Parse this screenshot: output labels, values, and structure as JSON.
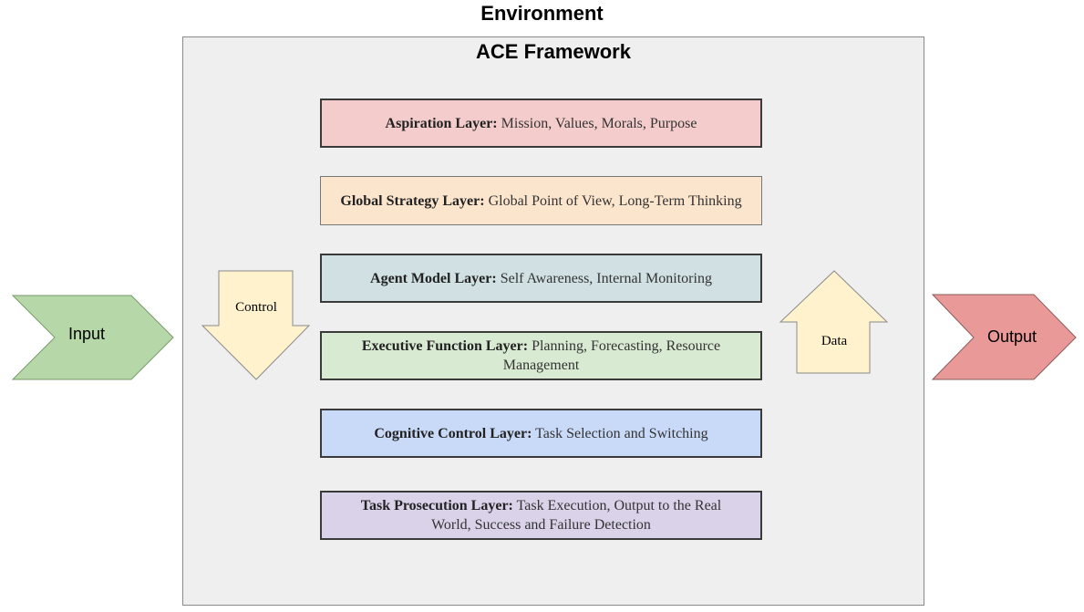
{
  "environment_title": "Environment",
  "framework_title": "ACE Framework",
  "layers": [
    {
      "name": "Aspiration Layer:",
      "desc": " Mission, Values, Morals, Purpose",
      "color": "#f4cccc"
    },
    {
      "name": "Global Strategy Layer:",
      "desc": " Global Point of View, Long-Term Thinking",
      "color": "#fce5cd"
    },
    {
      "name": "Agent Model Layer:",
      "desc": " Self Awareness, Internal Monitoring",
      "color": "#d0e0e3"
    },
    {
      "name": "Executive Function Layer:",
      "desc": " Planning, Forecasting, Resource Management",
      "color": "#d9ead3"
    },
    {
      "name": "Cognitive Control Layer:",
      "desc": " Task Selection and Switching",
      "color": "#c9daf8"
    },
    {
      "name": "Task Prosecution Layer:",
      "desc": " Task Execution, Output to the Real World, Success and Failure Detection",
      "color": "#d9d2e9"
    }
  ],
  "arrows": {
    "control_label": "Control",
    "data_label": "Data",
    "arrow_fill": "#fff2cc"
  },
  "io": {
    "input_label": "Input",
    "input_color": "#b6d7a8",
    "output_label": "Output",
    "output_color": "#ea9999"
  }
}
